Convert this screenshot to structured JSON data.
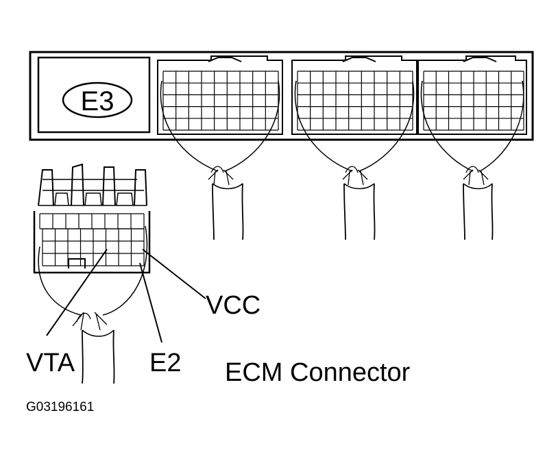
{
  "connector_id": "E3",
  "pin_labels": {
    "vcc": "VCC",
    "vta": "VTA",
    "e2": "E2"
  },
  "caption": "ECM Connector",
  "figure_code": "G03196161",
  "colors": {
    "line": "#000000",
    "background": "#ffffff"
  }
}
